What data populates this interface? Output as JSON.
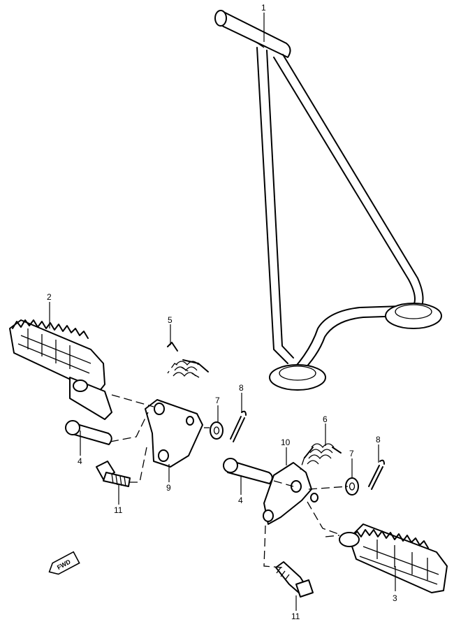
{
  "diagram": {
    "callouts": [
      {
        "id": "c1",
        "text": "1"
      },
      {
        "id": "c2",
        "text": "2"
      },
      {
        "id": "c3",
        "text": "3"
      },
      {
        "id": "c4a",
        "text": "4"
      },
      {
        "id": "c4b",
        "text": "4"
      },
      {
        "id": "c5",
        "text": "5"
      },
      {
        "id": "c6",
        "text": "6"
      },
      {
        "id": "c7a",
        "text": "7"
      },
      {
        "id": "c7b",
        "text": "7"
      },
      {
        "id": "c8a",
        "text": "8"
      },
      {
        "id": "c8b",
        "text": "8"
      },
      {
        "id": "c9",
        "text": "9"
      },
      {
        "id": "c10",
        "text": "10"
      },
      {
        "id": "c11a",
        "text": "11"
      },
      {
        "id": "c11b",
        "text": "11"
      }
    ],
    "direction_badge": "FWD"
  }
}
